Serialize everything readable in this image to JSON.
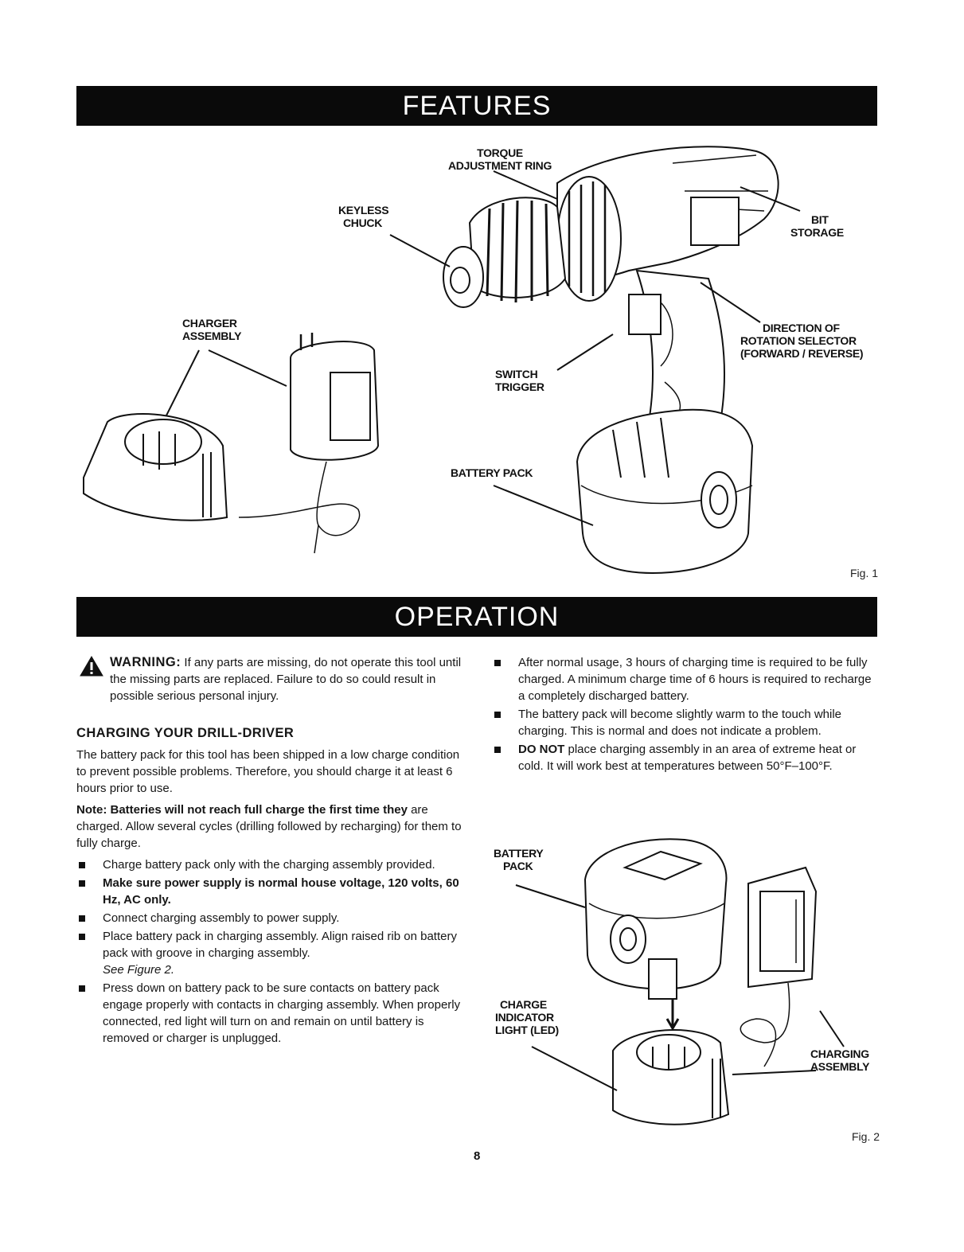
{
  "features": {
    "banner": "FEATURES",
    "labels": {
      "torque_line1": "TORQUE",
      "torque_line2": "ADJUSTMENT RING",
      "keyless_line1": "KEYLESS",
      "keyless_line2": "CHUCK",
      "bit_line1": "BIT",
      "bit_line2": "STORAGE",
      "charger_line1": "CHARGER",
      "charger_line2": "ASSEMBLY",
      "direction_line1": "DIRECTION OF",
      "direction_line2": "ROTATION SELECTOR",
      "direction_line3": "(FORWARD / REVERSE)",
      "switch_line1": "SWITCH",
      "switch_line2": "TRIGGER",
      "battery": "BATTERY PACK"
    },
    "fig": "Fig. 1"
  },
  "operation": {
    "banner": "OPERATION",
    "warning_word": "WARNING:",
    "warning_text": " If any parts are missing, do not operate this tool until the missing parts are replaced. Failure to do so could result in possible serious personal injury.",
    "section_title": "CHARGING YOUR DRILL-DRIVER",
    "intro": "The battery pack for this tool has been shipped in a low charge condition to prevent possible problems. Therefore, you should charge it at least 6 hours prior to use.",
    "note_label": "Note:",
    "note_bold": " Batteries will not reach full charge the first time they",
    "note_rest": " are charged. Allow several cycles (drilling followed by recharging) for them to fully charge.",
    "bullets_left": {
      "b1": "Charge battery pack only with the charging assembly provided.",
      "b2": "Make sure power supply is normal house voltage, 120 volts, 60 Hz, AC only.",
      "b3": "Connect charging assembly to power supply.",
      "b4": "Place battery pack in charging assembly. Align raised rib on battery pack with groove in charging assembly.",
      "b4_ref": "See Figure 2.",
      "b5": "Press down on battery pack to be sure contacts on battery pack engage properly with contacts in charging assembly. When properly connected, red light will turn on and remain on until battery is removed or charger is unplugged."
    },
    "bullets_right": {
      "r1": "After normal usage, 3 hours of charging time is required to be fully charged. A minimum charge time of 6 hours is required to recharge a completely discharged battery.",
      "r2": "The battery pack will become slightly warm to the touch while charging. This is normal and does not indicate a problem.",
      "r3_bold": "DO NOT",
      "r3_rest": " place charging assembly in an area of extreme heat or cold. It will work best at temperatures between 50°F–100°F."
    },
    "fig2_labels": {
      "battery_line1": "BATTERY",
      "battery_line2": "PACK",
      "charge_line1": "CHARGE",
      "charge_line2": "INDICATOR",
      "charge_line3": "LIGHT (LED)",
      "charging_line1": "CHARGING",
      "charging_line2": "ASSEMBLY"
    },
    "fig": "Fig. 2"
  },
  "page_number": "8",
  "icons": {
    "warning": "warning-triangle-icon",
    "bullet": "square-bullet-icon"
  }
}
